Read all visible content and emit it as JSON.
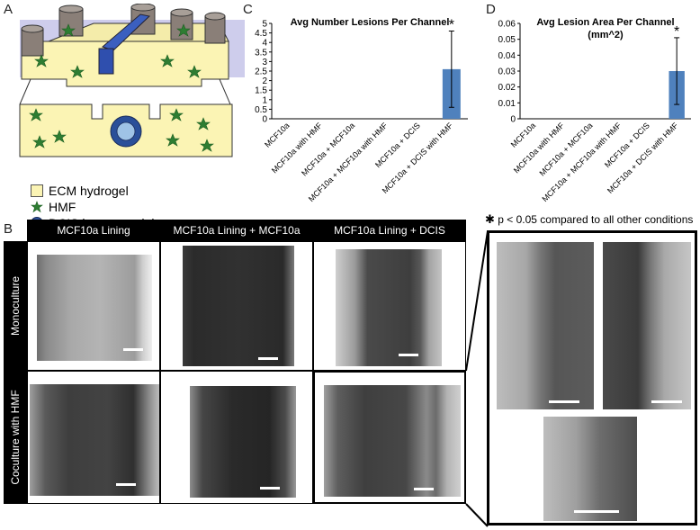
{
  "panel_letters": {
    "a": "A",
    "b": "B",
    "c": "C",
    "d": "D"
  },
  "legend": {
    "ecm": "ECM hydrogel",
    "hmf": "HMF",
    "dcis": "DCIS lumen model"
  },
  "grid": {
    "columns": [
      "MCF10a Lining",
      "MCF10a Lining + MCF10a",
      "MCF10a Lining + DCIS"
    ],
    "rows": [
      "Monoculture",
      "Coculture with HMF"
    ]
  },
  "significance_note": {
    "symbol": "✱",
    "text": "p < 0.05 compared to all other conditions"
  },
  "chart_data": [
    {
      "type": "bar",
      "title": "Avg Number Lesions Per Channel",
      "categories": [
        "MCF10a",
        "MCF10a with HMF",
        "MCF10a + MCF10a",
        "MCF10a + MCF10a with HMF",
        "MCF10a + DCIS",
        "MCF10a + DCIS with HMF"
      ],
      "values": [
        0,
        0,
        0,
        0,
        0,
        2.6
      ],
      "error": [
        0,
        0,
        0,
        0,
        0,
        2.0
      ],
      "significant": [
        false,
        false,
        false,
        false,
        false,
        true
      ],
      "ylim": [
        0,
        5
      ],
      "yticks": [
        "0",
        "0.5",
        "1",
        "1.5",
        "2",
        "2.5",
        "3",
        "3.5",
        "4",
        "4.5",
        "5"
      ],
      "ytick_values": [
        0,
        0.5,
        1,
        1.5,
        2,
        2.5,
        3,
        3.5,
        4,
        4.5,
        5
      ],
      "color": "#4f81bd"
    },
    {
      "type": "bar",
      "title": "Avg Lesion Area Per Channel",
      "title_line2": "(mm^2)",
      "categories": [
        "MCF10a",
        "MCF10a with HMF",
        "MCF10a + MCF10a",
        "MCF10a + MCF10a with HMF",
        "MCF10a + DCIS",
        "MCF10a + DCIS with HMF"
      ],
      "values": [
        0,
        0,
        0,
        0,
        0,
        0.03
      ],
      "error": [
        0,
        0,
        0,
        0,
        0,
        0.021
      ],
      "significant": [
        false,
        false,
        false,
        false,
        false,
        true
      ],
      "ylim": [
        0,
        0.06
      ],
      "yticks": [
        "0",
        "0.01",
        "0.02",
        "0.03",
        "0.04",
        "0.05",
        "0.06"
      ],
      "ytick_values": [
        0,
        0.01,
        0.02,
        0.03,
        0.04,
        0.05,
        0.06
      ],
      "color": "#4f81bd"
    }
  ]
}
